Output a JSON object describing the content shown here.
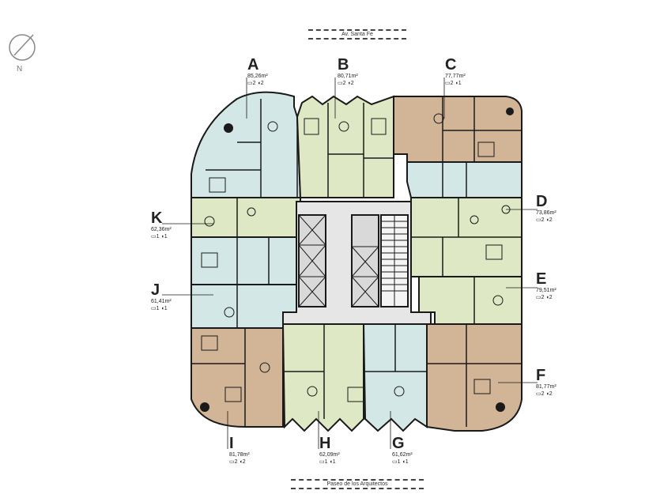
{
  "compass": {
    "label": "N"
  },
  "streets": {
    "top": "Av. Santa Fe",
    "bottom": "Paseo de los Arquitectos"
  },
  "colors": {
    "blue": "#d3e8e6",
    "green": "#dfe8c4",
    "tan": "#d2b597",
    "core": "#e6e6e6",
    "wall": "#1a1a1a"
  },
  "units": [
    {
      "id": "A",
      "area": "85,26m²",
      "bed": "2",
      "bath": "2"
    },
    {
      "id": "B",
      "area": "80,71m²",
      "bed": "2",
      "bath": "2"
    },
    {
      "id": "C",
      "area": "77,77m²",
      "bed": "2",
      "bath": "1"
    },
    {
      "id": "D",
      "area": "73,86m²",
      "bed": "2",
      "bath": "2"
    },
    {
      "id": "E",
      "area": "79,51m²",
      "bed": "2",
      "bath": "2"
    },
    {
      "id": "F",
      "area": "81,77m²",
      "bed": "2",
      "bath": "2"
    },
    {
      "id": "G",
      "area": "61,62m²",
      "bed": "1",
      "bath": "1"
    },
    {
      "id": "H",
      "area": "62,09m²",
      "bed": "1",
      "bath": "1"
    },
    {
      "id": "I",
      "area": "81,78m²",
      "bed": "2",
      "bath": "2"
    },
    {
      "id": "J",
      "area": "61,41m²",
      "bed": "1",
      "bath": "1"
    },
    {
      "id": "K",
      "area": "62,36m²",
      "bed": "1",
      "bath": "1"
    }
  ],
  "icons": {
    "bed": "bed-icon",
    "bath": "toilet-icon",
    "compass": "compass-icon"
  }
}
